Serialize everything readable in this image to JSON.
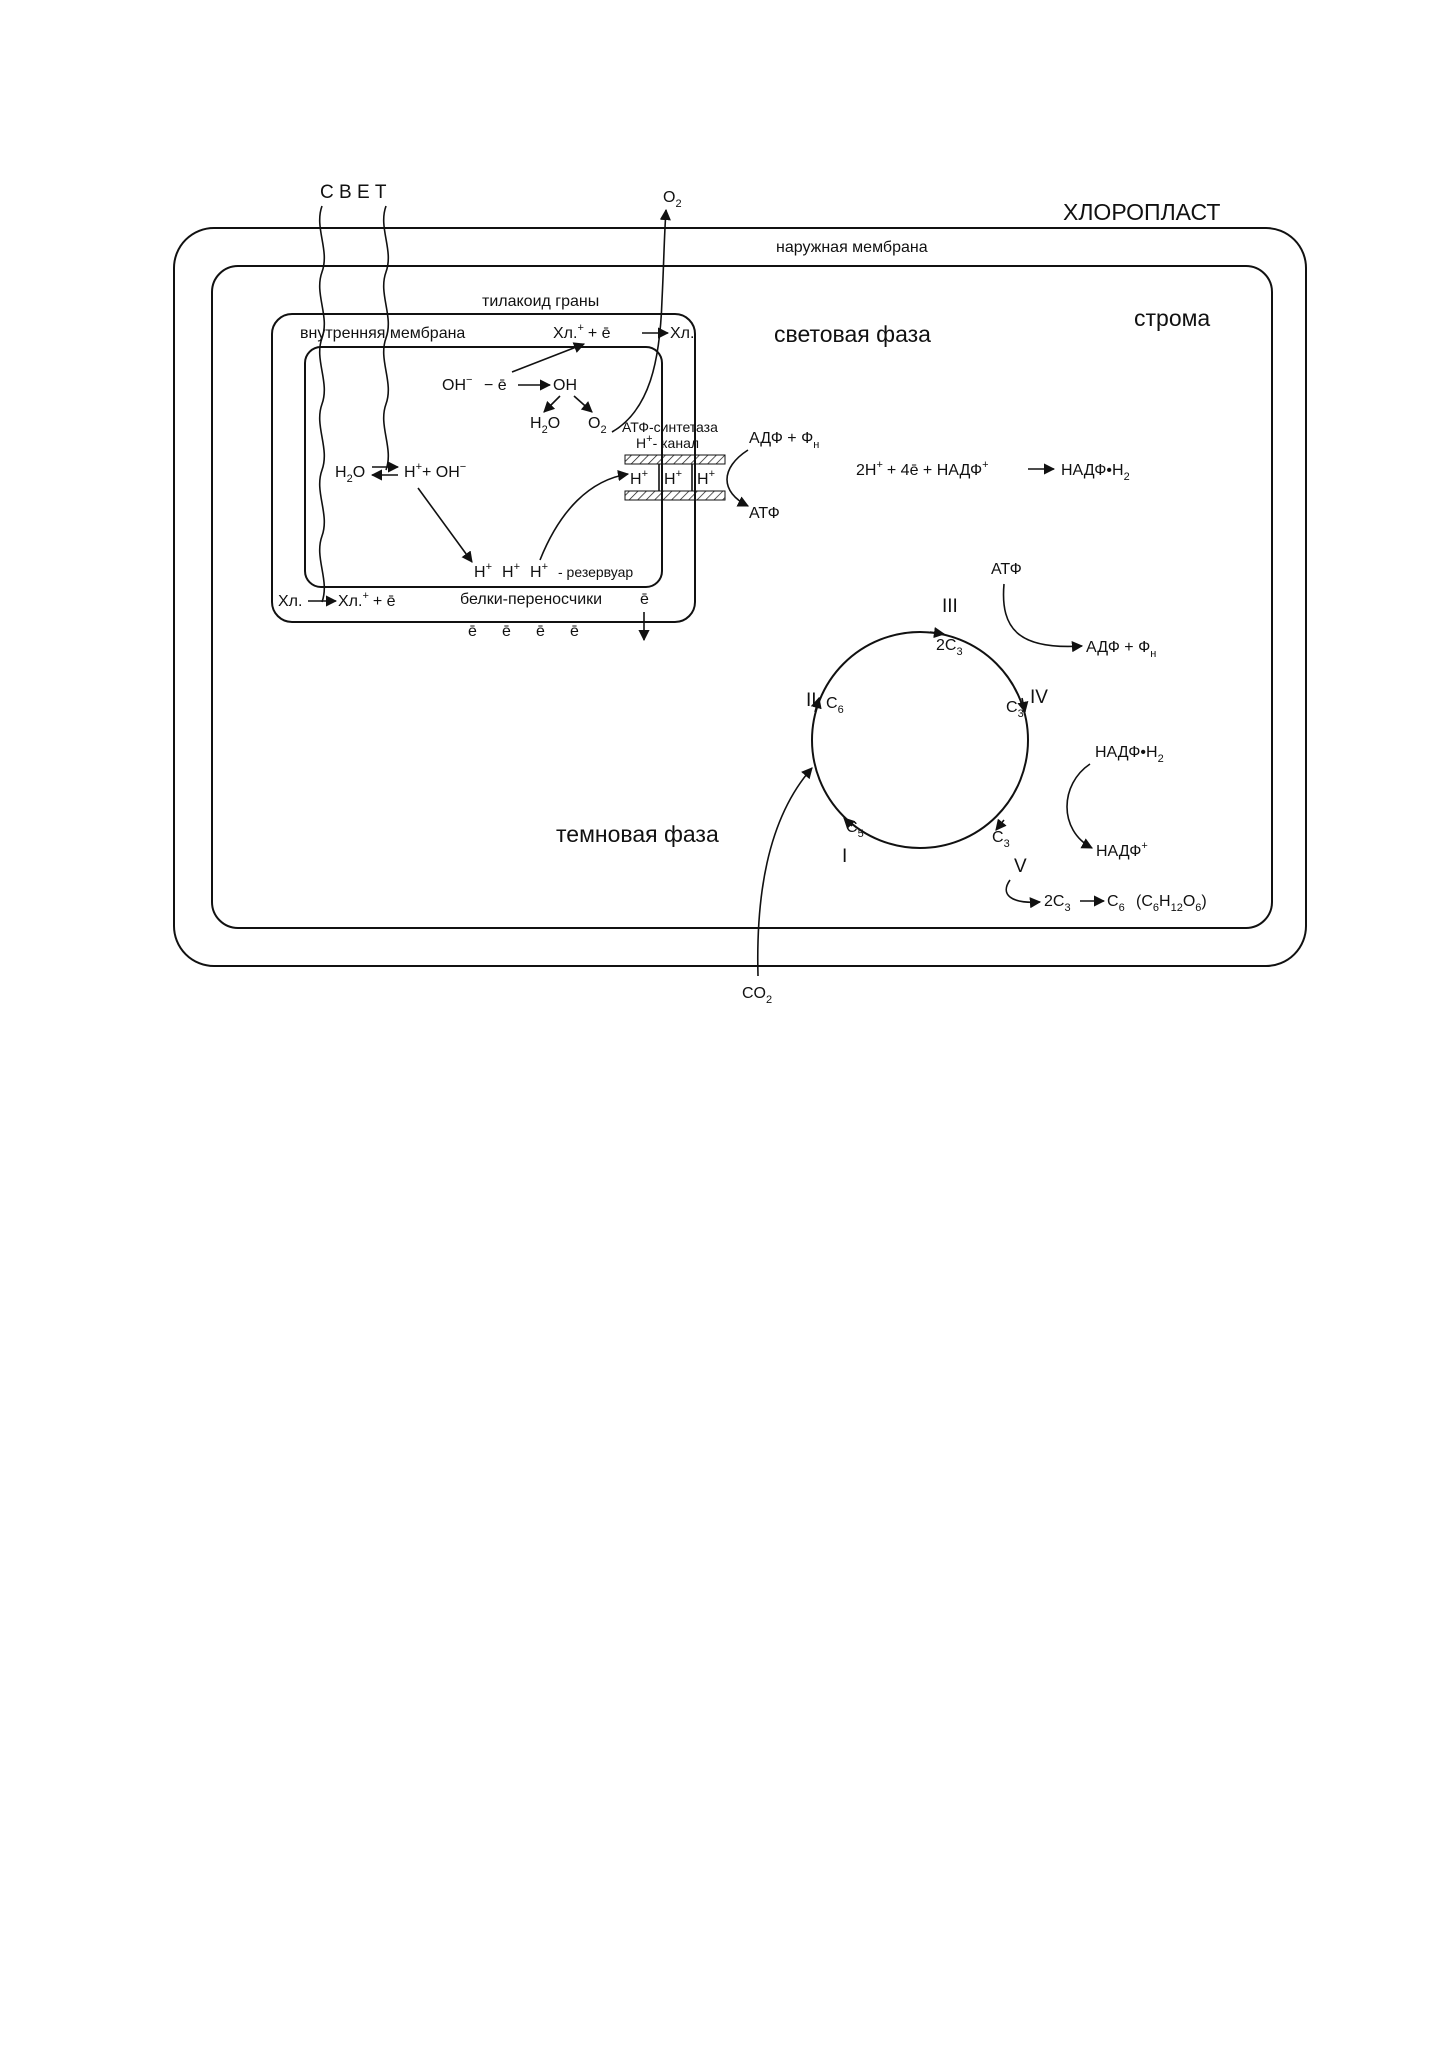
{
  "labels": {
    "light": "С В Е Т",
    "o2_top": "O",
    "o2_top_sub": "2",
    "chloroplast": "ХЛОРОПЛАСТ",
    "outer_membrane": "наружная мембрана",
    "thylakoid": "тилакоид граны",
    "inner_membrane": "внутренняя мембрана",
    "light_phase": "световая фаза",
    "stroma": "строма",
    "dark_phase": "темновая фаза",
    "reservoir": "- резервуар",
    "carrier_proteins": "белки-переносчики",
    "atp_synthase": "АТФ-синтетаза",
    "h_channel": "- канал",
    "co2": "CO",
    "co2_sub": "2"
  },
  "reactions": {
    "chl_recover_left": "Хл.",
    "chl_recover_sup": "+",
    "chl_recover_plus": "+ ē",
    "chl_recover_right": "Хл.",
    "oh_minus": "OH",
    "oh_minus_sup": "−",
    "minus_e": "−  ē",
    "oh_radical": "OH",
    "h2o_product": "H",
    "h2o_product_sub": "2",
    "h2o_product_end": "O",
    "o2_product": "O",
    "o2_product_sub": "2",
    "water_left": "H",
    "water_left_sub": "2",
    "water_left_end": "O",
    "water_right_h": "H",
    "water_right_sup": "+",
    "water_right_oh": "+ OH",
    "water_right_oh_sup": "−",
    "h_reservoir": "H",
    "h_sup": "+",
    "chl_excite_left": "Хл.",
    "chl_excite_right": "Хл.",
    "chl_excite_sup": "+",
    "chl_excite_plus": "+ ē",
    "e_single": "ē",
    "adp_top": "АДФ + Ф",
    "adp_top_sub": "н",
    "atp_product": "АТФ",
    "nadp_reaction_a": "2H",
    "nadp_reaction_b": "+ 4ē  +  НАДФ",
    "nadp_reaction_c": "НАДФ•H",
    "nadp_reaction_c_sub": "2",
    "atp_in": "АТФ",
    "adp_out": "АДФ + Ф",
    "adp_out_sub": "н",
    "nadph_in": "НАДФ•H",
    "nadph_in_sub": "2",
    "nadp_out": "НАДФ",
    "nadp_out_sup": "+",
    "product_2c3": "2C",
    "product_2c3_sub": "3",
    "product_c6": "C",
    "product_c6_sub": "6",
    "glucose_open": "(C",
    "glucose_6": "6",
    "glucose_h": "H",
    "glucose_12": "12",
    "glucose_o": "O",
    "glucose_6b": "6",
    "glucose_close": ")"
  },
  "cycle": {
    "stage_1": "I",
    "stage_2": "II",
    "stage_3": "III",
    "stage_4": "IV",
    "stage_5": "V",
    "c": "C",
    "c5_sub": "5",
    "c6_sub": "6",
    "c3_sub": "3",
    "two_c3": "2C",
    "two_c3_sub": "3"
  }
}
